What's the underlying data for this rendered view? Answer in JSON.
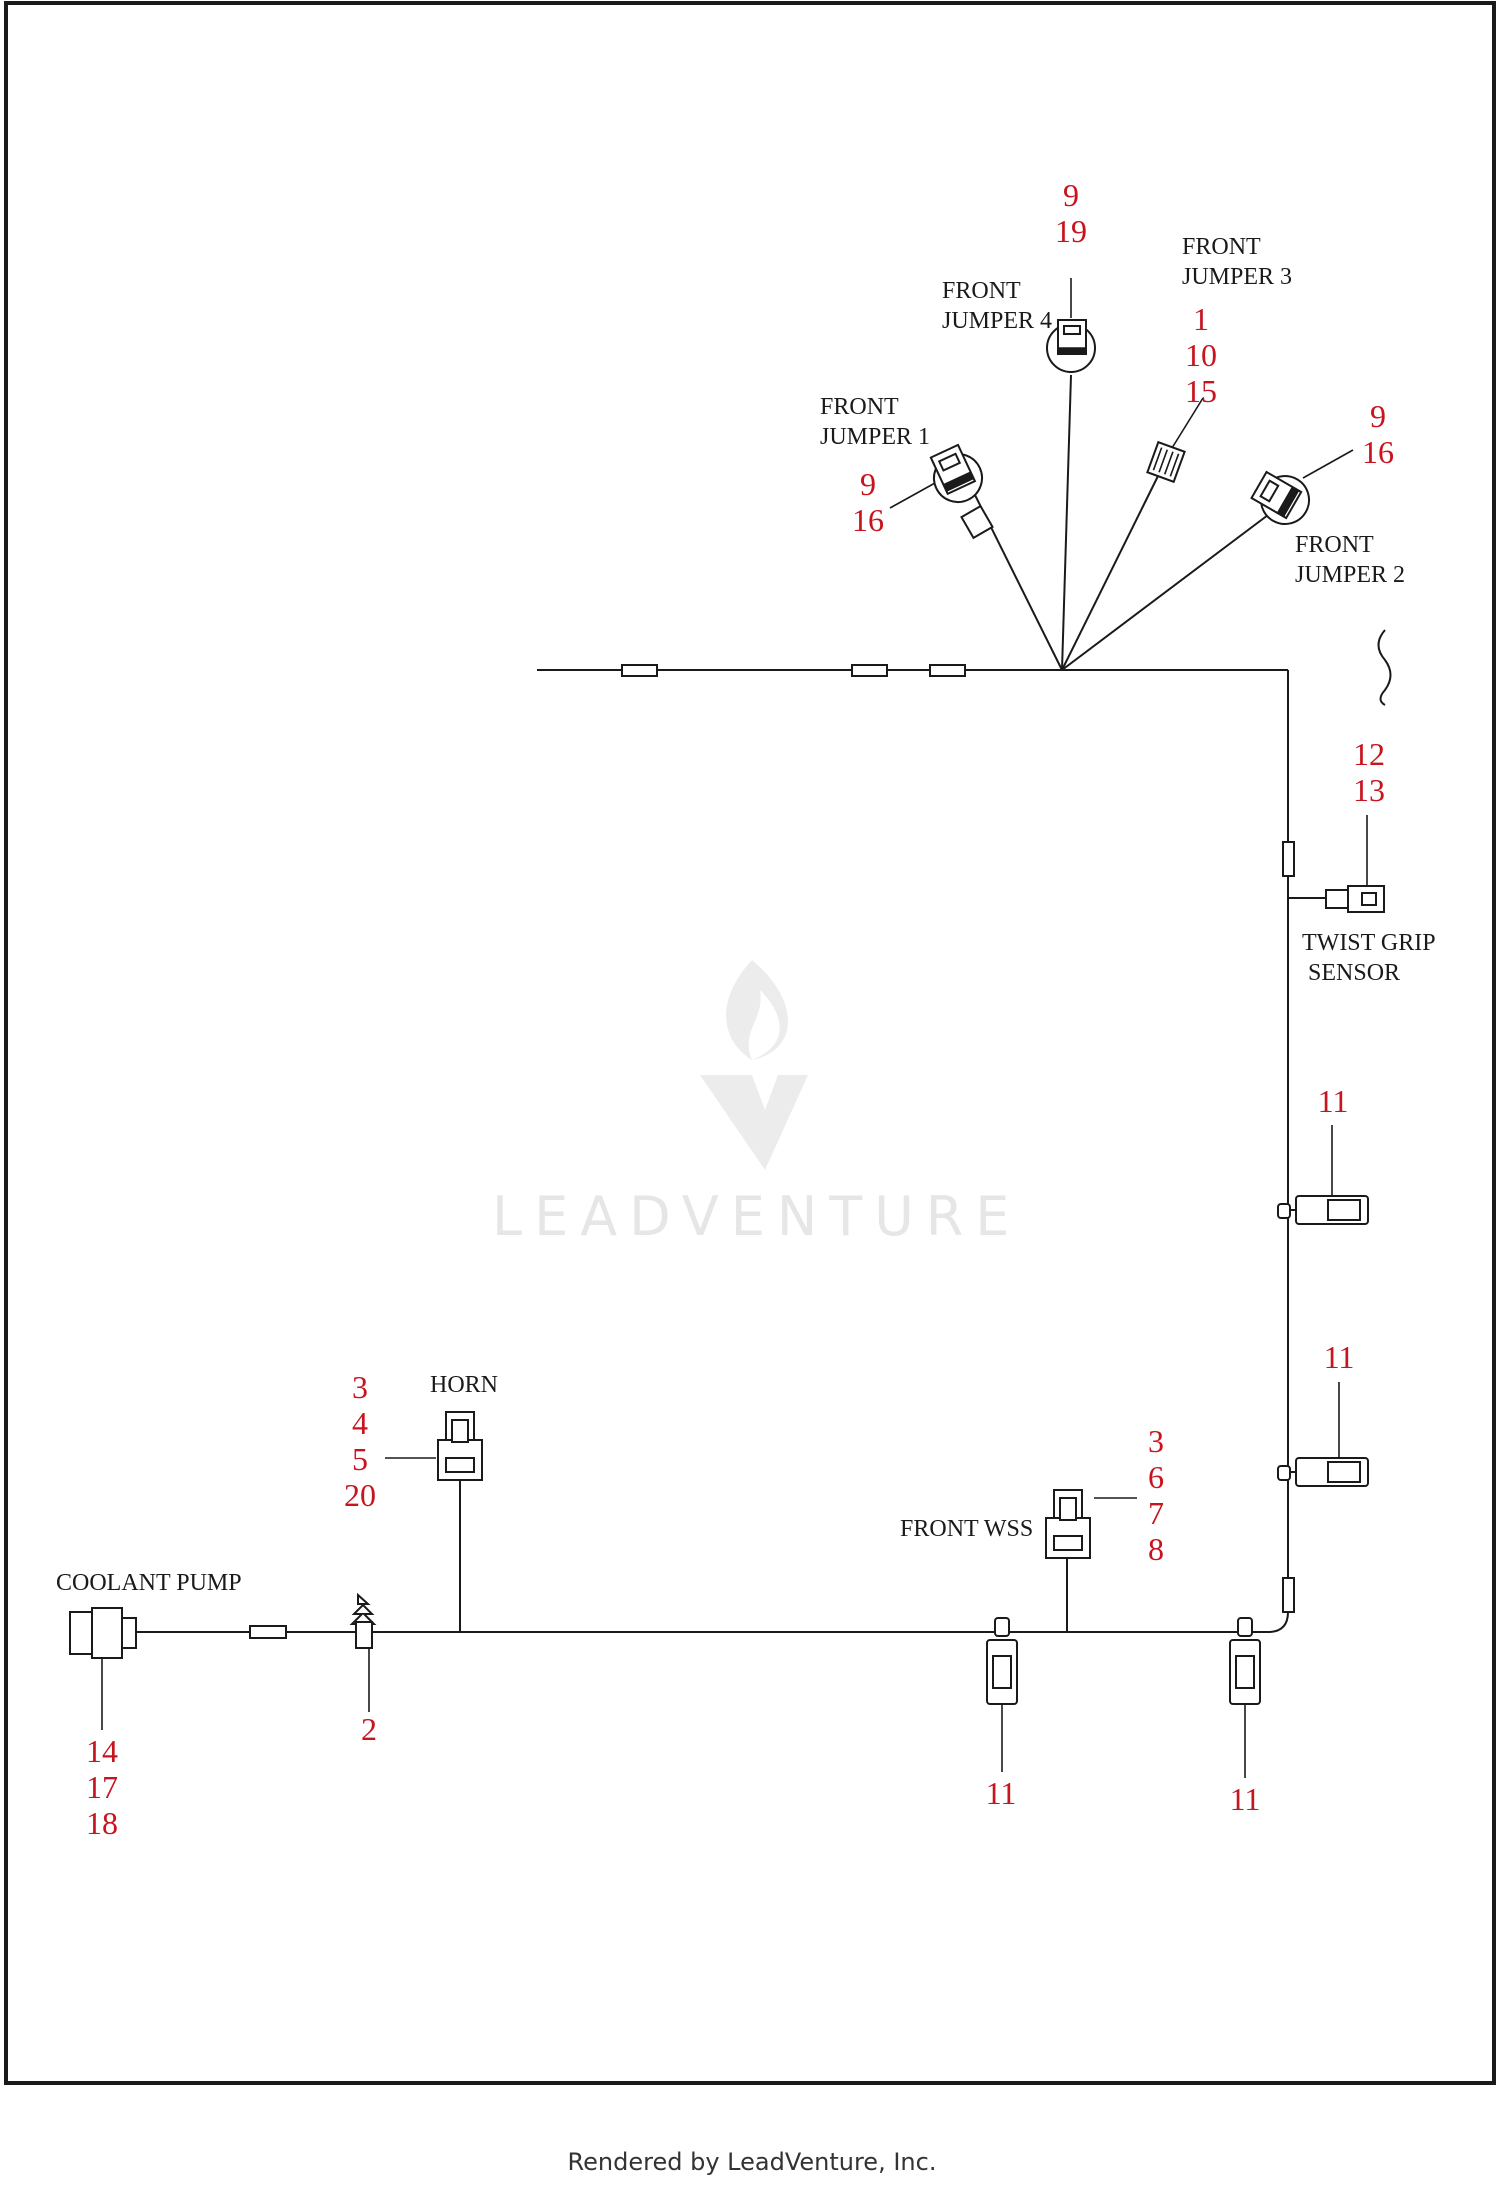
{
  "watermark": "LEADVENTURE",
  "footer": "Rendered by LeadVenture, Inc.",
  "labels": {
    "front_jumper_4": [
      "FRONT",
      "JUMPER 4"
    ],
    "front_jumper_3": [
      "FRONT",
      "JUMPER 3"
    ],
    "front_jumper_1": [
      "FRONT",
      "JUMPER 1"
    ],
    "front_jumper_2": [
      "FRONT",
      "JUMPER 2"
    ],
    "twist_grip_sensor": [
      "TWIST GRIP",
      "SENSOR"
    ],
    "horn": "HORN",
    "coolant_pump": "COOLANT PUMP",
    "front_wss": "FRONT WSS"
  },
  "callouts": {
    "jumper4": [
      "9",
      "19"
    ],
    "jumper3": [
      "1",
      "10",
      "15"
    ],
    "jumper1": [
      "9",
      "16"
    ],
    "jumper2": [
      "9",
      "16"
    ],
    "twist_grip": [
      "12",
      "13"
    ],
    "clip_upper": "11",
    "clip_mid": "11",
    "horn": [
      "3",
      "4",
      "5",
      "20"
    ],
    "front_wss": [
      "3",
      "6",
      "7",
      "8"
    ],
    "coolant_pump": [
      "14",
      "17",
      "18"
    ],
    "push_pin": "2",
    "clip_bottom_left": "11",
    "clip_bottom_right": "11"
  }
}
